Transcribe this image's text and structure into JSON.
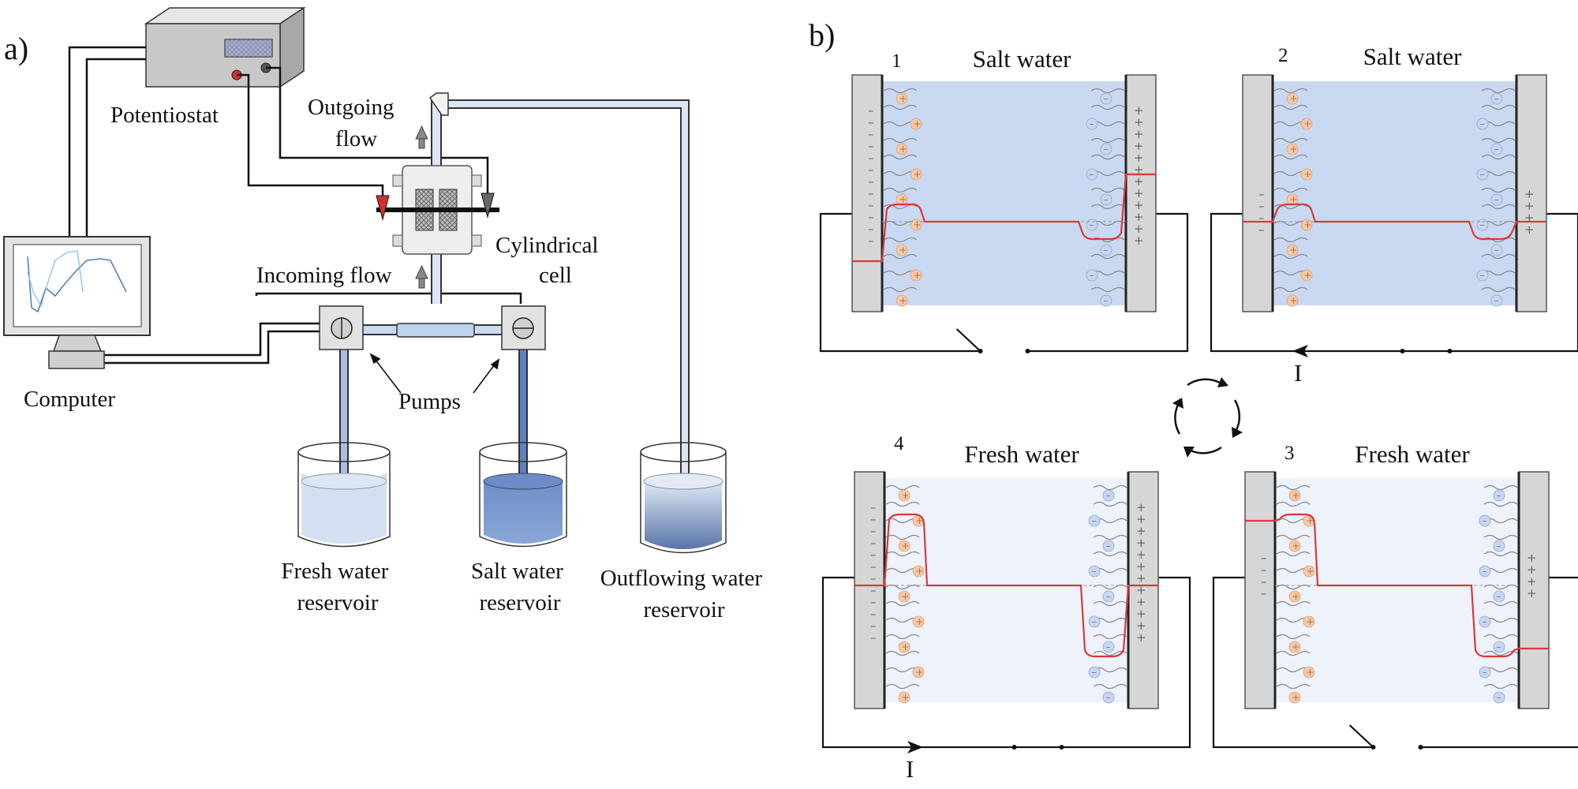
{
  "panel_a": {
    "label": "a)",
    "potentiostat": "Potentiostat",
    "computer": "Computer",
    "outgoing_flow": [
      "Outgoing",
      "flow"
    ],
    "incoming_flow": "Incoming flow",
    "cell": [
      "Cylindrical",
      "cell"
    ],
    "pumps": "Pumps",
    "fresh_reservoir": [
      "Fresh water",
      "reservoir"
    ],
    "salt_reservoir": [
      "Salt water",
      "reservoir"
    ],
    "outflow_reservoir": [
      "Outflowing water",
      "reservoir"
    ]
  },
  "panel_b": {
    "label": "b)",
    "current_label": "I",
    "colors": {
      "salt_water": "#c9d9f2",
      "fresh_water": "#edf2fb",
      "electrode": "#d6d6d6",
      "potential": "#d93a3a",
      "cation": "#f3c9a8",
      "anion": "#c9d6ee"
    },
    "steps": [
      {
        "number": "1",
        "title": "Salt water",
        "circuit": "open-switch"
      },
      {
        "number": "2",
        "title": "Salt water",
        "circuit": "current-left"
      },
      {
        "number": "3",
        "title": "Fresh water",
        "circuit": "open-switch"
      },
      {
        "number": "4",
        "title": "Fresh water",
        "circuit": "current-right"
      }
    ]
  }
}
